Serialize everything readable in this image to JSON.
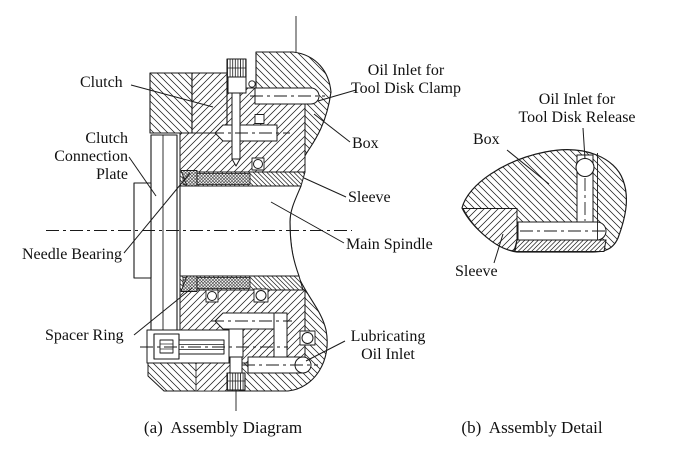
{
  "figure": {
    "background_color": "#ffffff",
    "line_color": "#1a1a1a",
    "panel_a": {
      "caption": "(a)  Assembly Diagram",
      "labels": {
        "clutch": "Clutch",
        "clutch_connection_plate": {
          "line1": "Clutch",
          "line2": "Connection",
          "line3": "Plate"
        },
        "needle_bearing": "Needle Bearing",
        "spacer_ring": "Spacer Ring",
        "oil_inlet_clamp": {
          "line1": "Oil Inlet for",
          "line2": "Tool Disk Clamp"
        },
        "box": "Box",
        "sleeve": "Sleeve",
        "main_spindle": "Main Spindle",
        "lubricating_oil_inlet": {
          "line1": "Lubricating",
          "line2": "Oil Inlet"
        }
      }
    },
    "panel_b": {
      "caption": "(b)  Assembly Detail",
      "labels": {
        "oil_inlet_release": {
          "line1": "Oil Inlet for",
          "line2": "Tool Disk Release"
        },
        "box": "Box",
        "sleeve": "Sleeve"
      }
    }
  }
}
